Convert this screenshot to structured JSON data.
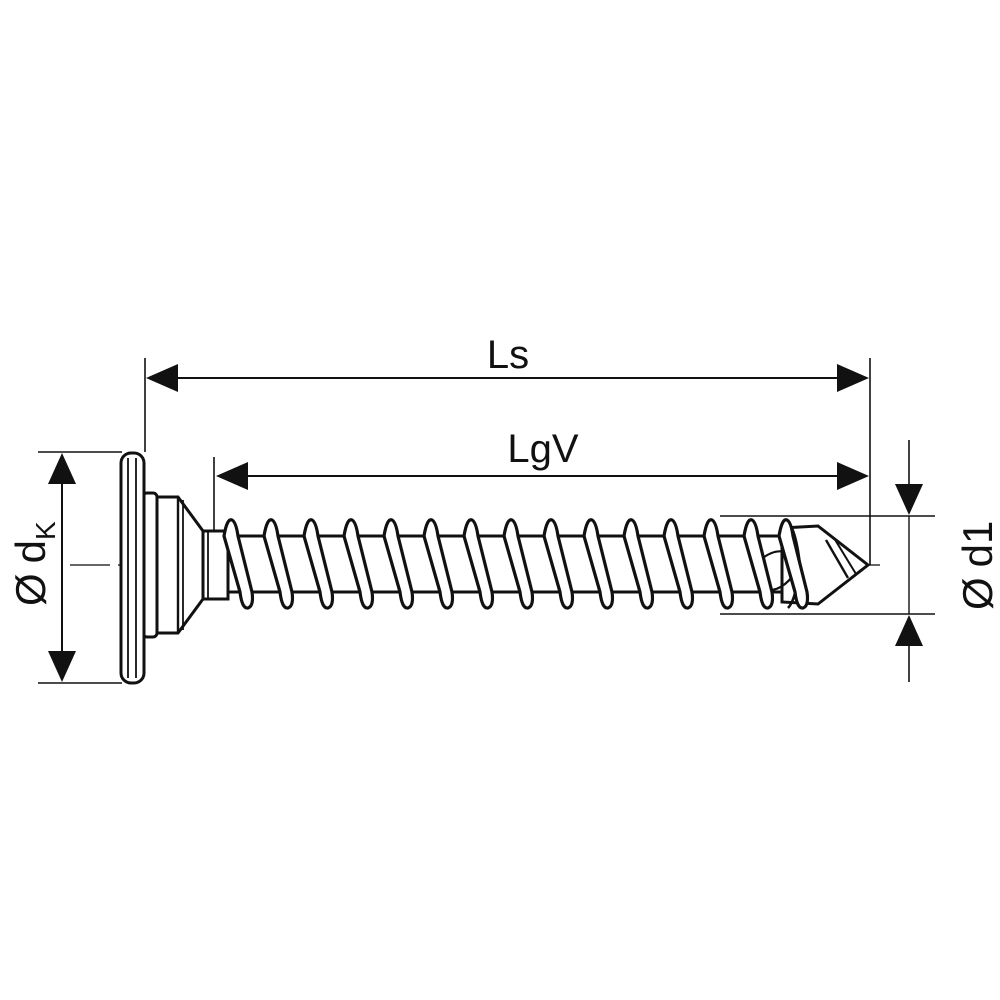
{
  "drawing": {
    "subject": "screw",
    "colors": {
      "line": "#111111",
      "background": "#ffffff"
    },
    "dimensions": {
      "overall_length": {
        "label": "Ls"
      },
      "thread_length": {
        "label": "LgV"
      },
      "head_diameter": {
        "symbol": "Ø",
        "label": "d",
        "subscript": "K"
      },
      "thread_diameter": {
        "symbol": "Ø",
        "label": "d1"
      }
    }
  }
}
